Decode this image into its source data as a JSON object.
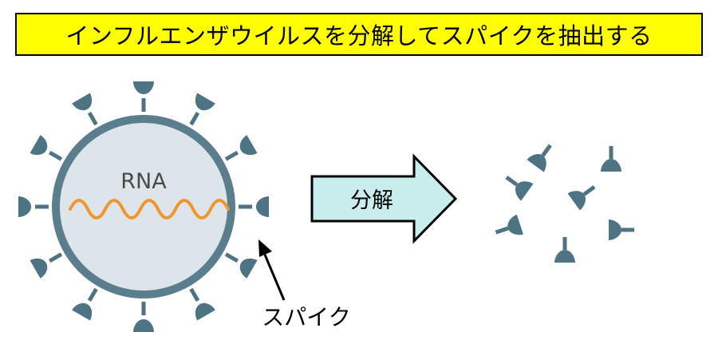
{
  "title": "インフルエンザウイルスを分解してスパイクを抽出する",
  "virus": {
    "label": "RNA"
  },
  "arrow": {
    "label": "分解"
  },
  "callout": {
    "label": "スパイク"
  },
  "colors": {
    "title_bg": "#ffff00",
    "spike": "#4e7383",
    "envelope_fill": "#dde5ea",
    "rna": "#f0962d",
    "arrow_fill": "#c9ecec"
  }
}
